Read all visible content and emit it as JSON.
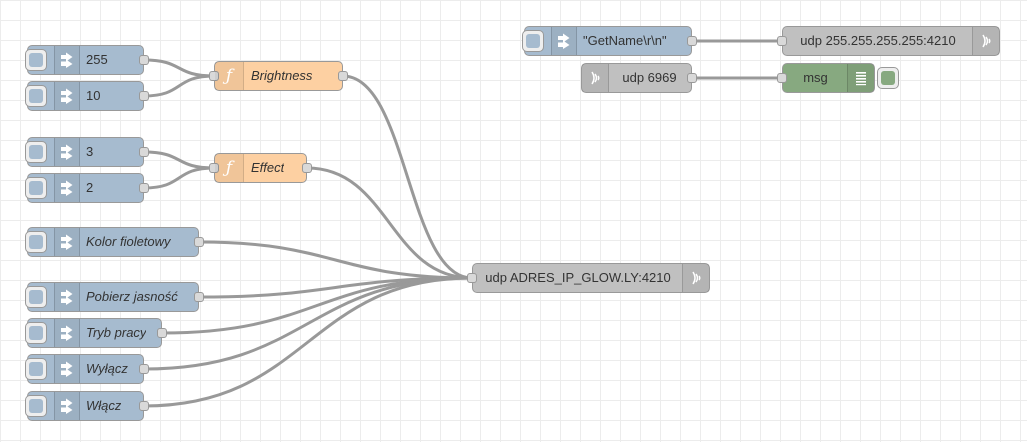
{
  "flow": {
    "inject_nodes": [
      {
        "id": "inj-255",
        "label": "255"
      },
      {
        "id": "inj-10",
        "label": "10"
      },
      {
        "id": "inj-3",
        "label": "3"
      },
      {
        "id": "inj-2",
        "label": "2"
      },
      {
        "id": "inj-kolor",
        "label": "Kolor fioletowy"
      },
      {
        "id": "inj-pobierz",
        "label": "Pobierz jasność"
      },
      {
        "id": "inj-tryb",
        "label": "Tryb pracy"
      },
      {
        "id": "inj-wylacz",
        "label": "Wyłącz"
      },
      {
        "id": "inj-wlacz",
        "label": "Włącz"
      },
      {
        "id": "inj-getname",
        "label": "\"GetName\\r\\n\""
      }
    ],
    "function_nodes": [
      {
        "id": "fn-brightness",
        "label": "Brightness"
      },
      {
        "id": "fn-effect",
        "label": "Effect"
      }
    ],
    "udp_out_nodes": [
      {
        "id": "udp-glow",
        "label": "udp ADRES_IP_GLOW.LY:4210"
      },
      {
        "id": "udp-broadcast",
        "label": "udp 255.255.255.255:4210"
      }
    ],
    "udp_in_nodes": [
      {
        "id": "udp-6969",
        "label": "udp 6969"
      }
    ],
    "debug_nodes": [
      {
        "id": "debug-msg",
        "label": "msg"
      }
    ],
    "wires": [
      [
        "inj-255",
        "fn-brightness"
      ],
      [
        "inj-10",
        "fn-brightness"
      ],
      [
        "inj-3",
        "fn-effect"
      ],
      [
        "inj-2",
        "fn-effect"
      ],
      [
        "fn-brightness",
        "udp-glow"
      ],
      [
        "fn-effect",
        "udp-glow"
      ],
      [
        "inj-kolor",
        "udp-glow"
      ],
      [
        "inj-pobierz",
        "udp-glow"
      ],
      [
        "inj-tryb",
        "udp-glow"
      ],
      [
        "inj-wylacz",
        "udp-glow"
      ],
      [
        "inj-wlacz",
        "udp-glow"
      ],
      [
        "inj-getname",
        "udp-broadcast"
      ],
      [
        "udp-6969",
        "debug-msg"
      ]
    ]
  },
  "colors": {
    "inject": "#a6bbcf",
    "function": "#fdd0a2",
    "udp": "#c0c0c0",
    "debug": "#87a980",
    "wire": "#999999"
  },
  "icons": {
    "inject": "inject-arrow-icon",
    "function": "function-icon",
    "udp": "bridge-icon",
    "debug": "debug-list-icon"
  }
}
